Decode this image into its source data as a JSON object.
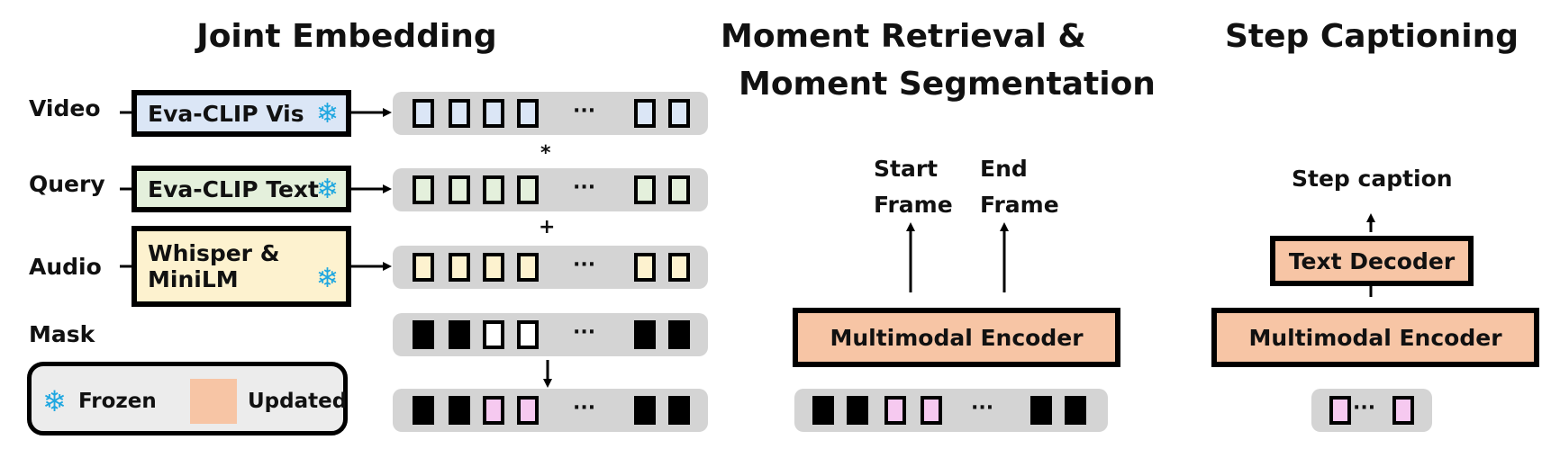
{
  "titles": {
    "joint": "Joint Embedding",
    "moment_line1": "Moment Retrieval &",
    "moment_line2": "Moment Segmentation",
    "step": "Step Captioning"
  },
  "rows": {
    "video": "Video",
    "query": "Query",
    "audio": "Audio",
    "mask": "Mask"
  },
  "encoders": {
    "video": "Eva-CLIP Vis",
    "query": "Eva-CLIP Text",
    "audio_line1": "Whisper &",
    "audio_line2": "MiniLM"
  },
  "operators": {
    "multiply": "*",
    "add": "+"
  },
  "ellipsis": "···",
  "legend": {
    "frozen": "Frozen",
    "updated": "Updated",
    "snowflake": "❄"
  },
  "moment": {
    "start_line1": "Start",
    "start_line2": "Frame",
    "end_line1": "End",
    "end_line2": "Frame",
    "encoder": "Multimodal Encoder"
  },
  "step": {
    "caption": "Step caption",
    "decoder": "Text Decoder",
    "encoder": "Multimodal Encoder"
  },
  "colors": {
    "video_fill": "#dbe6f6",
    "query_fill": "#e4f0dc",
    "audio_fill": "#fdf2cf",
    "updated_fill": "#f7c5a5",
    "pink_fill": "#f6c9f0",
    "track_fill": "#d4d4d4",
    "snow_color": "#1fa7e0"
  }
}
